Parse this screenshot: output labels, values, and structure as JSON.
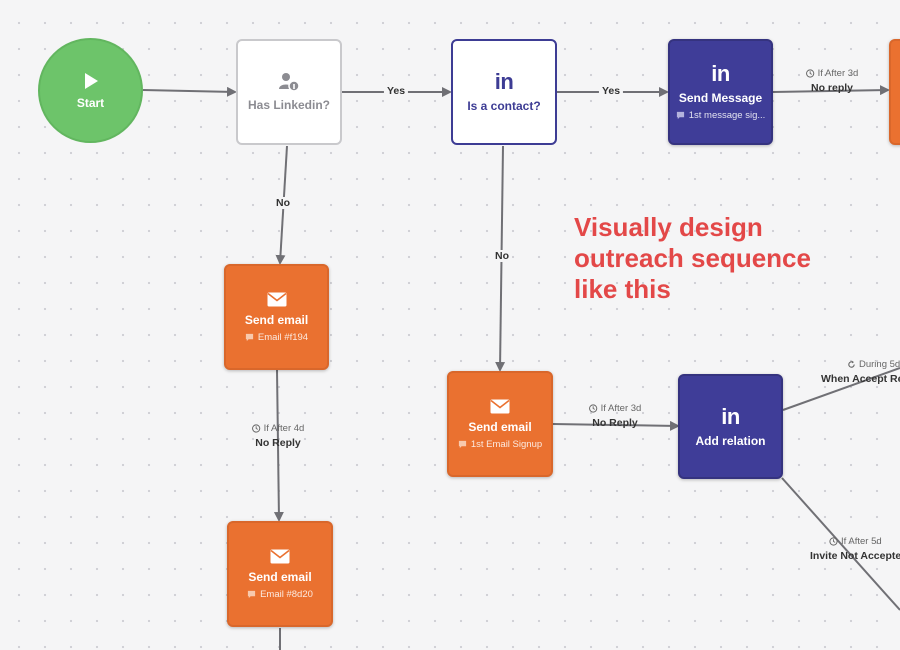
{
  "nodes": {
    "start": {
      "label": "Start",
      "icon": "play-icon"
    },
    "has_linkedin": {
      "label": "Has Linkedin?",
      "icon": "user-linkedin-icon"
    },
    "is_contact": {
      "label": "Is a contact?",
      "icon": "linkedin-icon",
      "icon_text": "in"
    },
    "send_message": {
      "label": "Send Message",
      "sub": "1st message sig...",
      "icon": "linkedin-icon",
      "icon_text": "in"
    },
    "send_email_1": {
      "label": "Send email",
      "sub": "Email #f194",
      "icon": "envelope-icon"
    },
    "send_email_2": {
      "label": "Send email",
      "sub": "1st Email Signup",
      "icon": "envelope-icon"
    },
    "send_email_3": {
      "label": "Send email",
      "sub": "Email #8d20",
      "icon": "envelope-icon"
    },
    "add_relation": {
      "label": "Add relation",
      "icon": "linkedin-icon",
      "icon_text": "in"
    }
  },
  "edges": {
    "start_to_has_linkedin": "",
    "has_linkedin_yes": "Yes",
    "is_contact_yes": "Yes",
    "has_linkedin_no": "No",
    "is_contact_no": "No",
    "send_message_next": {
      "when": "If After 3d",
      "what": "No reply"
    },
    "email1_next": {
      "when": "If After 4d",
      "what": "No Reply"
    },
    "email2_next": {
      "when": "If After 3d",
      "what": "No Reply"
    },
    "relation_accept": {
      "when": "During 5d",
      "what": "When Accept Re"
    },
    "relation_not_accepted": {
      "when": "If After 5d",
      "what": "Invite Not Accepte"
    }
  },
  "headline": [
    "Visually design",
    "outreach sequence",
    "like this"
  ],
  "colors": {
    "start_green": "#6dc46a",
    "linkedin_navy": "#3f3d98",
    "email_orange": "#ea7130",
    "headline_red": "#e34848",
    "edge_gray": "#707075"
  }
}
